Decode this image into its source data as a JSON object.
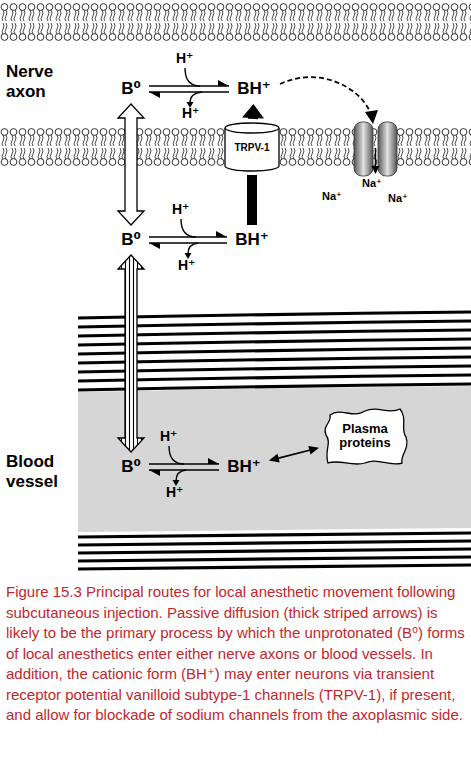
{
  "diagram": {
    "caption": "Figure 15.3 Principal routes for local anesthetic movement following subcutaneous injection. Passive diffusion (thick striped arrows) is likely to be the primary process by which the unprotonated (B⁰) forms of local anesthetics enter either nerve axons or blood vessels. In addition, the cationic form (BH⁺) may enter neurons via transient receptor potential vanilloid subtype-1 channels (TRPV-1), if present, and allow for blockade of sodium channels from the axoplasmic side.",
    "nodes": [
      {
        "text": [
          "B⁰"
        ]
      },
      {
        "text": [
          "BH⁺"
        ]
      },
      {
        "text": [
          "TRPV-1"
        ]
      },
      {
        "text": [
          "B⁰"
        ]
      },
      {
        "text": [
          "BH⁺"
        ]
      },
      {
        "text": [
          "B⁰"
        ]
      },
      {
        "text": [
          "BH⁺"
        ]
      },
      {
        "text": [
          "Plasma proteins"
        ]
      }
    ],
    "edges": [
      {
        "from": 0,
        "to": 1,
        "arrow": "both"
      },
      {
        "from": 3,
        "to": 0,
        "arrow": "both"
      },
      {
        "from": 4,
        "to": 2,
        "arrow": "none"
      },
      {
        "from": 2,
        "to": 1,
        "arrow": "to"
      },
      {
        "from": 3,
        "to": 4,
        "arrow": "both"
      },
      {
        "from": 3,
        "to": 5,
        "arrow": "both"
      },
      {
        "from": 5,
        "to": 6,
        "arrow": "both"
      },
      {
        "from": 6,
        "to": 7,
        "arrow": "both"
      }
    ],
    "labels": [
      "Nerve axon",
      "H⁺",
      "H⁺",
      "Na⁺",
      "Na⁺",
      "Na⁺",
      "H⁺",
      "H⁺",
      "Blood vessel",
      "H⁺",
      "H⁺"
    ]
  }
}
